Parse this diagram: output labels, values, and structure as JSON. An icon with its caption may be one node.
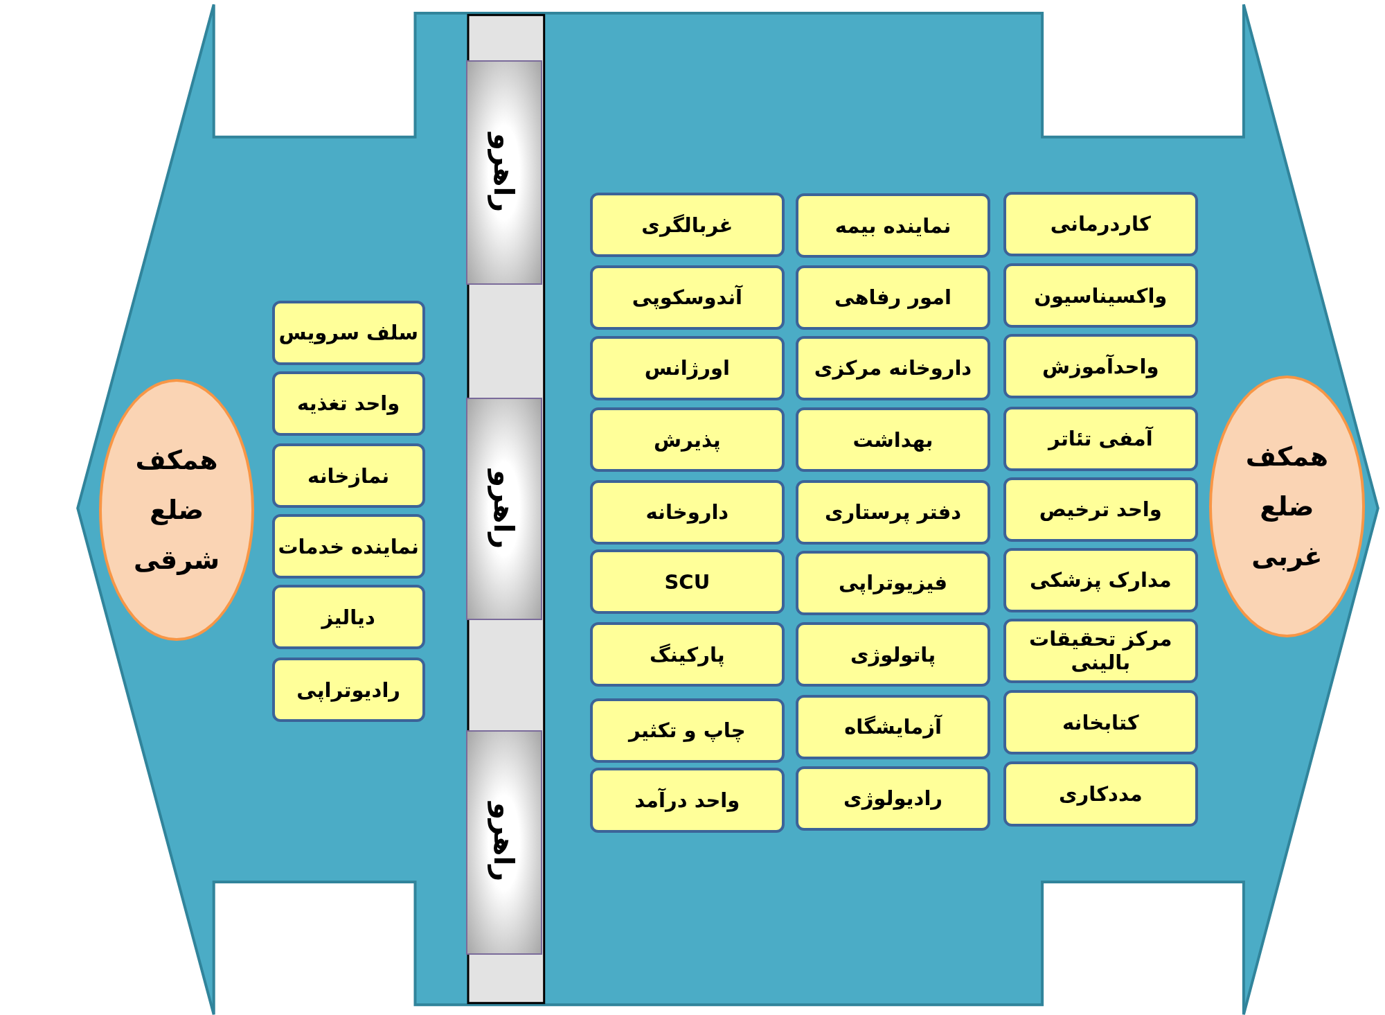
{
  "diagram": {
    "nodes": [
      {
        "text": [
          "همکف ضلع غربی"
        ]
      },
      {
        "text": [
          "کاردرمانی"
        ]
      },
      {
        "text": [
          "واکسیناسیون"
        ]
      },
      {
        "text": [
          "واحدآموزش"
        ]
      },
      {
        "text": [
          "آمفی تئاتر"
        ]
      },
      {
        "text": [
          "واحد ترخیص"
        ]
      },
      {
        "text": [
          "مدارک پزشکی"
        ]
      },
      {
        "text": [
          "مرکز تحقیقات  بالینی"
        ]
      },
      {
        "text": [
          "کتابخانه"
        ]
      },
      {
        "text": [
          "مددکاری"
        ]
      },
      {
        "text": [
          "نماینده بیمه"
        ]
      },
      {
        "text": [
          "امور رفاهی"
        ]
      },
      {
        "text": [
          "داروخانه مرکزی"
        ]
      },
      {
        "text": [
          "بهداشت"
        ]
      },
      {
        "text": [
          "دفتر پرستاری"
        ]
      },
      {
        "text": [
          "فیزیوتراپی"
        ]
      },
      {
        "text": [
          "پاتولوژی"
        ]
      },
      {
        "text": [
          "آزمایشگاه"
        ]
      },
      {
        "text": [
          "رادیولوژی"
        ]
      },
      {
        "text": [
          "غربالگری"
        ]
      },
      {
        "text": [
          "آندوسکوپی"
        ]
      },
      {
        "text": [
          "اورژانس"
        ]
      },
      {
        "text": [
          "پذیرش"
        ]
      },
      {
        "text": [
          "داروخانه"
        ]
      },
      {
        "text": [
          "SCU"
        ]
      },
      {
        "text": [
          "پارکینگ"
        ]
      },
      {
        "text": [
          "چاپ و تکثیر"
        ]
      },
      {
        "text": [
          "واحد درآمد"
        ]
      },
      {
        "text": [
          "راهرو"
        ]
      },
      {
        "text": [
          "راهرو"
        ]
      },
      {
        "text": [
          "راهرو"
        ]
      },
      {
        "text": [
          "سلف سرویس"
        ]
      },
      {
        "text": [
          "واحد تغذیه"
        ]
      },
      {
        "text": [
          "نمازخانه"
        ]
      },
      {
        "text": [
          "نماینده خدمات"
        ]
      },
      {
        "text": [
          "دیالیز"
        ]
      },
      {
        "text": [
          "رادیوتراپی"
        ]
      },
      {
        "text": [
          "همکف ضلع شرقی"
        ]
      }
    ]
  }
}
